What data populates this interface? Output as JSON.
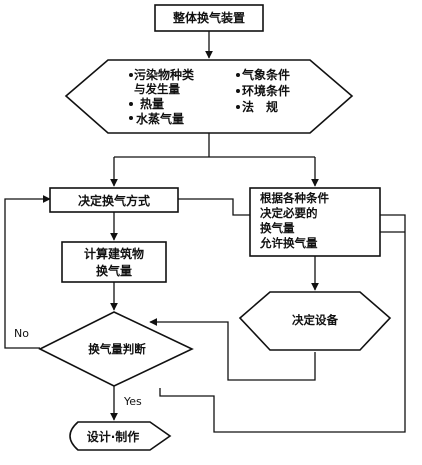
{
  "nodes": {
    "top": "整体换气装置",
    "hex_left": [
      "污染物种类",
      "与发生量",
      "热量",
      "水蒸气量"
    ],
    "hex_right": [
      "气象条件",
      "环境条件",
      "法　规"
    ],
    "decide_method": "决定换气方式",
    "compute": [
      "计算建筑物",
      "换气量"
    ],
    "judge": "换气量判断",
    "conditions": [
      "根据各种条件",
      "决定必要的",
      "换气量",
      "允许换气量"
    ],
    "equipment": "决定设备",
    "design": "设计·制作"
  },
  "edges": {
    "no": "No",
    "yes": "Yes"
  }
}
